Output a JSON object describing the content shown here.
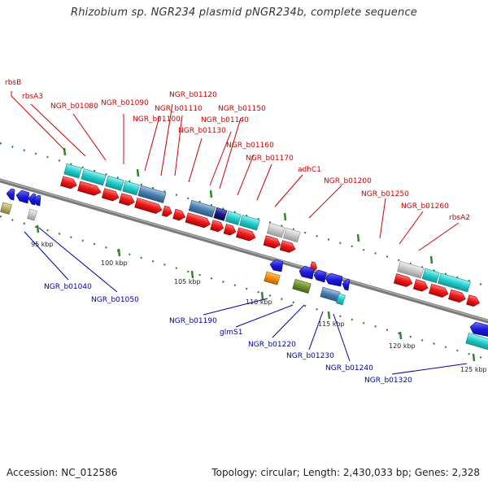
{
  "title": "Rhizobium sp. NGR234 plasmid pNGR234b, complete sequence",
  "footer": {
    "accession": "Accession: NC_012586",
    "summary": "Topology: circular; Length: 2,430,033 bp; Genes: 2,328"
  },
  "colors": {
    "forward_cds": "#ee1c1c",
    "reverse_cds": "#1a1adc",
    "forward_label": "#cc0000",
    "reverse_label": "#0000aa",
    "backbone": "#808080",
    "tick": "#2a8a2a",
    "cyan_feature": "#22cccc",
    "steel_feature": "#4a7fb0",
    "grey_feature": "#c8c8c8",
    "navy_feature": "#1a1a80"
  },
  "ruler": {
    "ticks": [
      "95 kbp",
      "100 kbp",
      "105 kbp",
      "110 kbp",
      "115 kbp",
      "120 kbp",
      "125 kbp"
    ]
  },
  "forward_genes": [
    "rbsB",
    "rbsA3",
    "NGR_b01080",
    "NGR_b01090",
    "NGR_b01110",
    "NGR_b01100",
    "NGR_b01120",
    "NGR_b01130",
    "NGR_b01140",
    "NGR_b01150",
    "NGR_b01160",
    "NGR_b01170",
    "adhC1",
    "NGR_b01200",
    "NGR_b01250",
    "NGR_b01260",
    "rbsA2"
  ],
  "reverse_genes": [
    "NGR_b01040",
    "NGR_b01050",
    "NGR_b01190",
    "glmS1",
    "NGR_b01220",
    "NGR_b01230",
    "NGR_b01240",
    "NGR_b01320"
  ]
}
